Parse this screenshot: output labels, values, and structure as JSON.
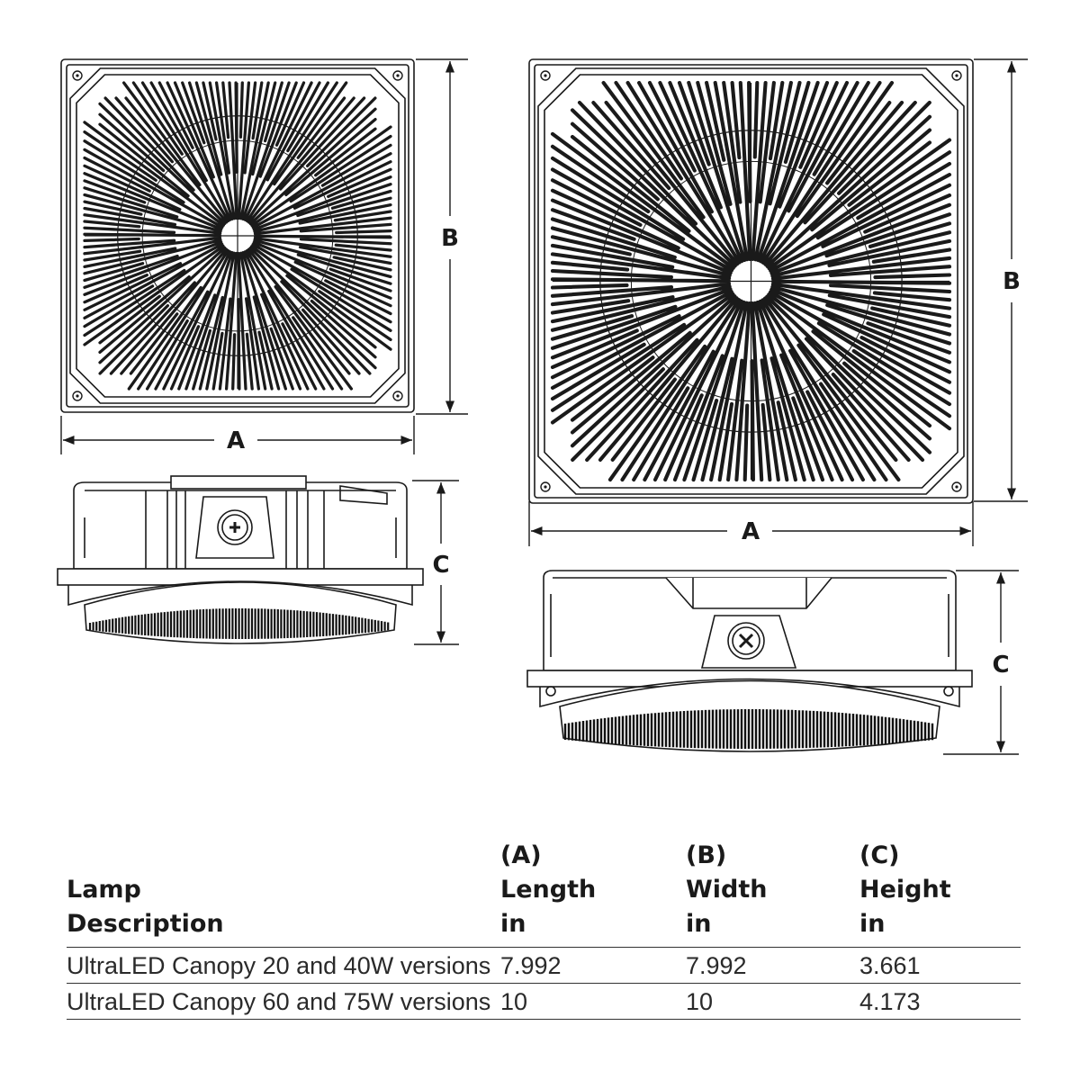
{
  "dimension_labels": {
    "length": "A",
    "width": "B",
    "height": "C"
  },
  "table": {
    "headers": [
      [
        "Lamp",
        "Description"
      ],
      [
        "(A)",
        "Length",
        "in"
      ],
      [
        "(B)",
        "Width",
        "in"
      ],
      [
        "(C)",
        "Height",
        "in"
      ]
    ],
    "rows": [
      [
        "UltraLED Canopy 20 and 40W versions",
        "7.992",
        "7.992",
        "3.661"
      ],
      [
        "UltraLED Canopy 60 and 75W versions",
        "10",
        "10",
        "4.173"
      ]
    ]
  }
}
